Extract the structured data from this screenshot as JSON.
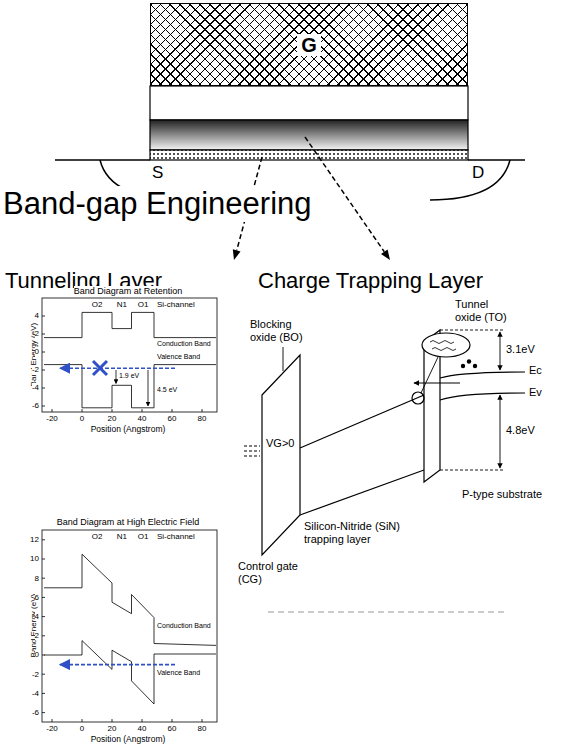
{
  "diagram": {
    "nodes": [
      {
        "text": [
          "G"
        ]
      }
    ],
    "labels": [
      "S",
      "D",
      "Band-gap Engineering",
      "Tunneling Layer",
      "Charge Trapping Layer",
      "Band Diagram at Retention",
      "O2",
      "N1",
      "O1",
      "Si-channel",
      "Conduction Band",
      "Valence Band",
      "1.9 eV",
      "4.5 eV",
      "Band Energy (eV)",
      "4",
      "2",
      "0",
      "-2",
      "-4",
      "-6",
      "-20",
      "0",
      "20",
      "40",
      "60",
      "80",
      "Position (Angstrom)",
      "Band Diagram at High Electric Field",
      "O2",
      "N1",
      "O1",
      "Si-channel",
      "Conduction Band",
      "Valence Band",
      "Band Energy (eV)",
      "12",
      "10",
      "8",
      "6",
      "4",
      "2",
      "0",
      "-2",
      "-4",
      "-6",
      "-20",
      "0",
      "20",
      "40",
      "60",
      "80",
      "Position (Angstrom)",
      "Tunnel oxide (TO)",
      "3.1eV",
      "Ec",
      "Ev",
      "4.8eV",
      "Blocking oxide (BO)",
      "VG>0",
      "Silicon-Nitride (SiN) trapping layer",
      "P-type substrate",
      "Control gate (CG)"
    ]
  }
}
